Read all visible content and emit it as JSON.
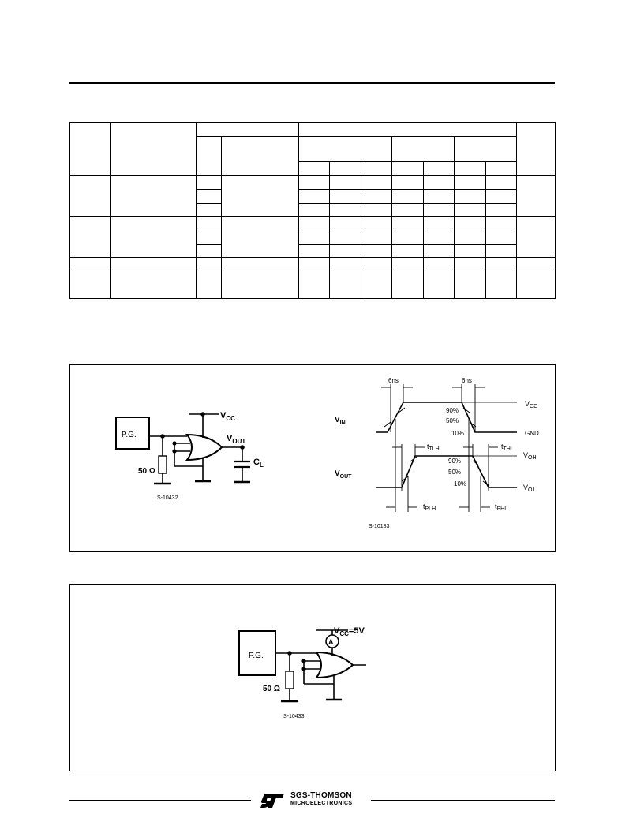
{
  "figure1": {
    "circuit": {
      "pg_label": "P.G.",
      "vcc_main": "V",
      "vcc_sub": "CC",
      "vout_main": "V",
      "vout_sub": "OUT",
      "cl_main": "C",
      "cl_sub": "L",
      "resistor_label": "50 Ω",
      "ref": "S-10432"
    },
    "waveform": {
      "rise_time": "6ns",
      "fall_time": "6ns",
      "vin_main": "V",
      "vin_sub": "IN",
      "vout_main": "V",
      "vout_sub": "OUT",
      "vcc_main": "V",
      "vcc_sub": "CC",
      "gnd": "GND",
      "voh_main": "V",
      "voh_sub": "OH",
      "vol_main": "V",
      "vol_sub": "OL",
      "pct90": "90%",
      "pct50": "50%",
      "pct10": "10%",
      "ttlh_main": "t",
      "ttlh_sub": "TLH",
      "tthl_main": "t",
      "tthl_sub": "THL",
      "tplh_main": "t",
      "tplh_sub": "PLH",
      "tphl_main": "t",
      "tphl_sub": "PHL",
      "ref": "S-10183"
    }
  },
  "figure2": {
    "pg_label": "P.G.",
    "ammeter": "A",
    "vcc_main": "V",
    "vcc_sub": "CC",
    "vcc_value": "=5V",
    "resistor_label": "50 Ω",
    "ref": "S-10433"
  },
  "footer": {
    "brand": "SGS-THOMSON",
    "sub": "MICROELECTRONICS"
  }
}
